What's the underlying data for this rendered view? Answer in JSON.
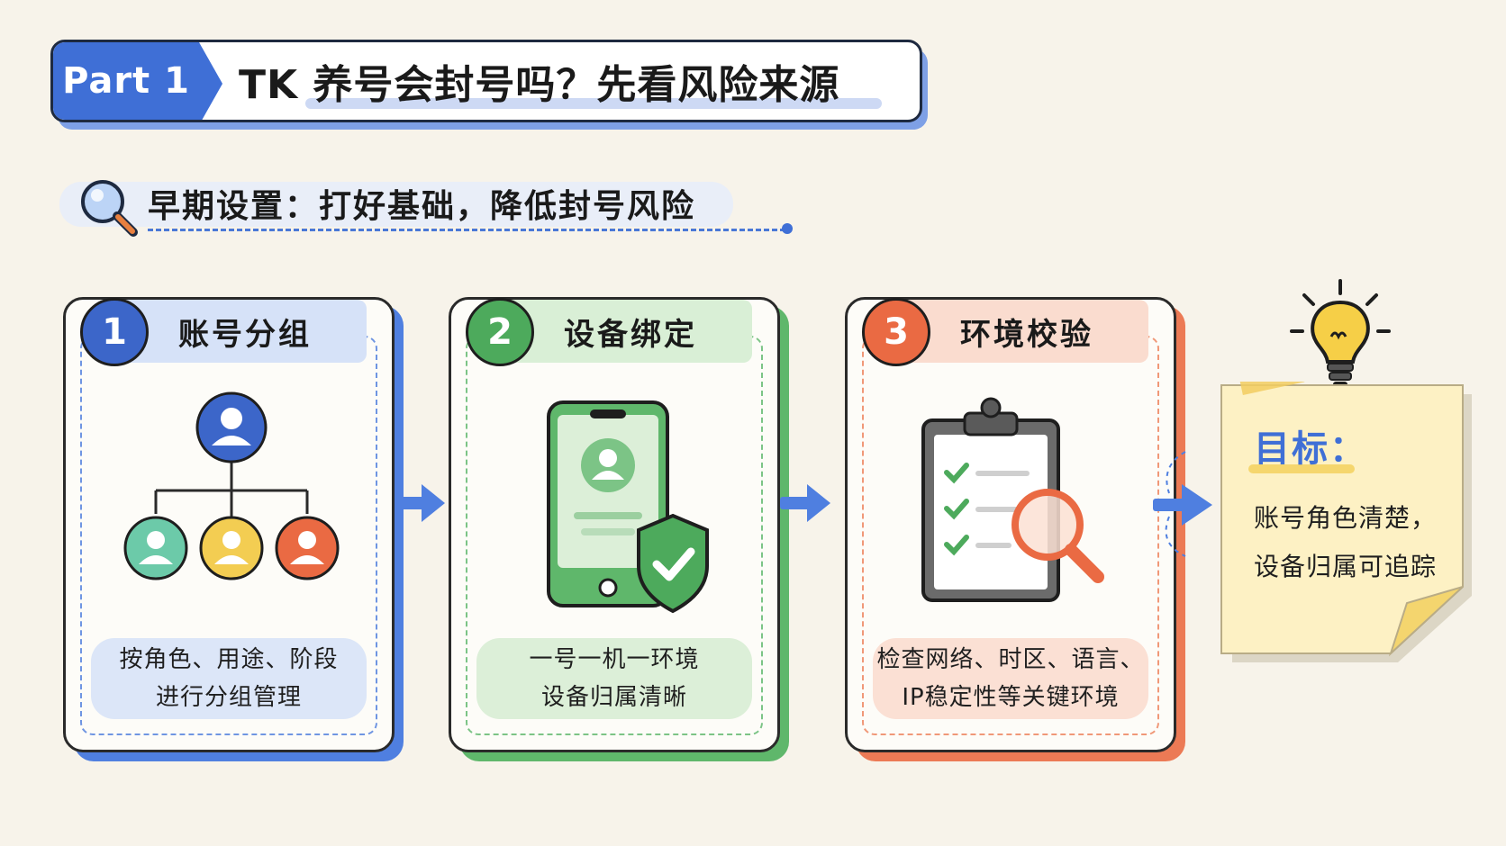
{
  "header": {
    "part_label": "Part 1",
    "title": "TK 养号会封号吗？先看风险来源"
  },
  "subtitle": {
    "text": "早期设置：打好基础，降低封号风险",
    "icon": "magnifier-icon"
  },
  "steps": [
    {
      "number": "1",
      "title": "账号分组",
      "desc_line1": "按角色、用途、阶段",
      "desc_line2": "进行分组管理",
      "icon": "org-chart-icon",
      "color": "#3c66c9"
    },
    {
      "number": "2",
      "title": "设备绑定",
      "desc_line1": "一号一机一环境",
      "desc_line2": "设备归属清晰",
      "icon": "phone-shield-icon",
      "color": "#4daa5c"
    },
    {
      "number": "3",
      "title": "环境校验",
      "desc_line1": "检查网络、时区、语言、",
      "desc_line2": "IP稳定性等关键环境",
      "icon": "clipboard-check-icon",
      "color": "#ea6a43"
    }
  ],
  "goal": {
    "title": "目标：",
    "line1": "账号角色清楚，",
    "line2": "设备归属可追踪",
    "icon": "lightbulb-icon"
  },
  "colors": {
    "accent_blue": "#3f6fd6",
    "green": "#4daa5c",
    "orange": "#ea6a43",
    "note_yellow": "#fdf1c4",
    "background": "#f7f3ea"
  }
}
